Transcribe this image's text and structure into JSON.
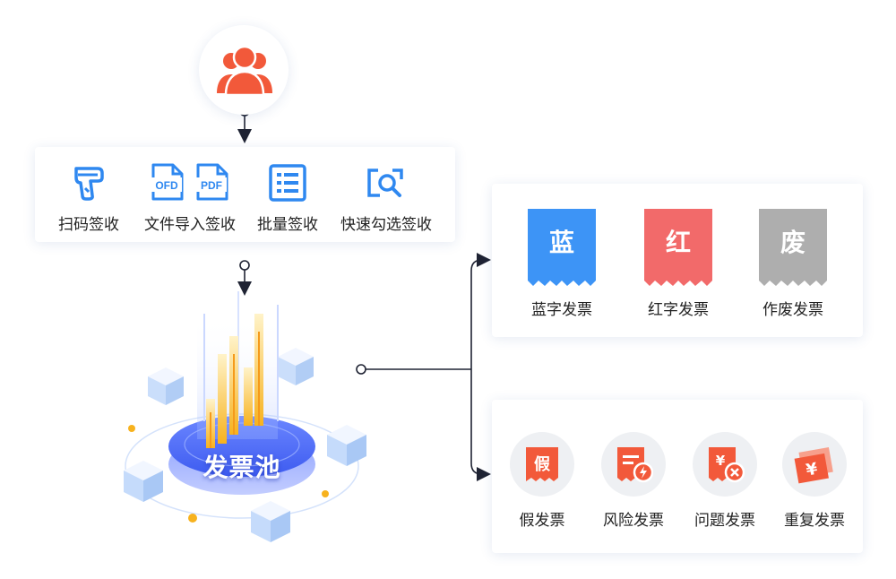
{
  "sign_in_methods": [
    {
      "label": "扫码签收",
      "icon": "scanner-icon"
    },
    {
      "label": "文件导入签收",
      "icon": "ofd-pdf-file-icon",
      "file_tags": [
        "OFD",
        "PDF"
      ]
    },
    {
      "label": "批量签收",
      "icon": "list-icon"
    },
    {
      "label": "快速勾选签收",
      "icon": "magnify-select-icon"
    }
  ],
  "pool": {
    "label": "发票池"
  },
  "invoice_types": [
    {
      "badge": "蓝",
      "label": "蓝字发票",
      "color": "#3d94f6"
    },
    {
      "badge": "红",
      "label": "红字发票",
      "color": "#f26a6a"
    },
    {
      "badge": "废",
      "label": "作废发票",
      "color": "#aeaeae"
    }
  ],
  "risk_types": [
    {
      "label": "假发票",
      "icon": "fake-invoice-icon",
      "glyph": "假"
    },
    {
      "label": "风险发票",
      "icon": "risk-invoice-icon"
    },
    {
      "label": "问题发票",
      "icon": "problem-invoice-icon",
      "glyph": "¥"
    },
    {
      "label": "重复发票",
      "icon": "duplicate-invoice-icon",
      "glyph": "¥"
    }
  ],
  "colors": {
    "accent_blue": "#3d94f6",
    "accent_orange": "#f2593a",
    "connector": "#1f2333"
  }
}
